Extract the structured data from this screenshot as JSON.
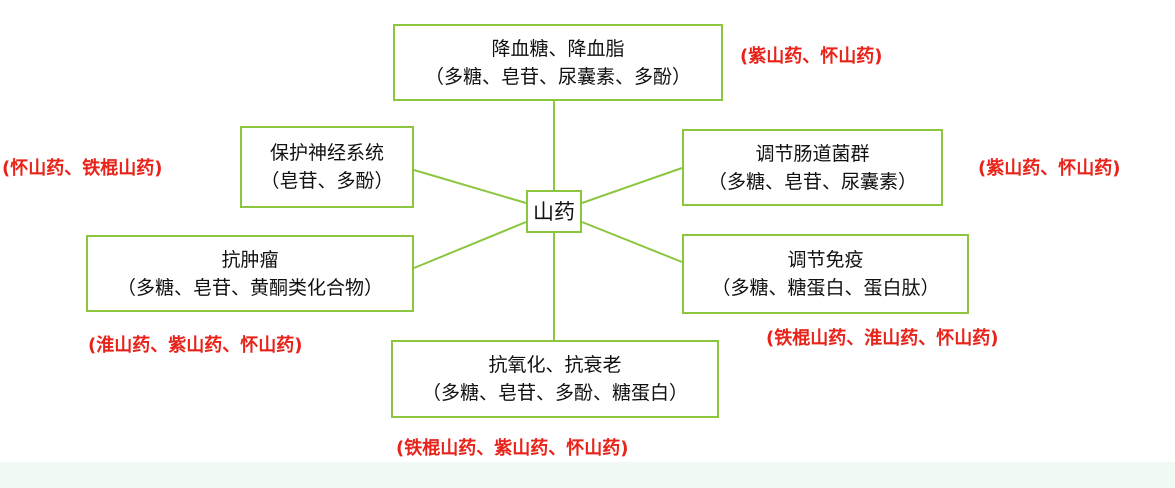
{
  "colors": {
    "box_border": "#8cc63f",
    "connector": "#8cc63f",
    "tag_text": "#e8231a",
    "box_text": "#111111"
  },
  "center": {
    "label": "山药"
  },
  "nodes": [
    {
      "id": "lipid",
      "title": "降血糖、降血脂",
      "detail": "（多糖、皂苷、尿囊素、多酚）",
      "tag": "(紫山药、怀山药)"
    },
    {
      "id": "nerve",
      "title": "保护神经系统",
      "detail": "（皂苷、多酚）",
      "tag": "(怀山药、铁棍山药)"
    },
    {
      "id": "gut",
      "title": "调节肠道菌群",
      "detail": "（多糖、皂苷、尿囊素）",
      "tag": "(紫山药、怀山药)"
    },
    {
      "id": "tumor",
      "title": "抗肿瘤",
      "detail": "（多糖、皂苷、黄酮类化合物）",
      "tag": "(淮山药、紫山药、怀山药)"
    },
    {
      "id": "immune",
      "title": "调节免疫",
      "detail": "（多糖、糖蛋白、蛋白肽）",
      "tag": "(铁棍山药、淮山药、怀山药)"
    },
    {
      "id": "oxidant",
      "title": "抗氧化、抗衰老",
      "detail": "（多糖、皂苷、多酚、糖蛋白）",
      "tag": "(铁棍山药、紫山药、怀山药)"
    }
  ]
}
